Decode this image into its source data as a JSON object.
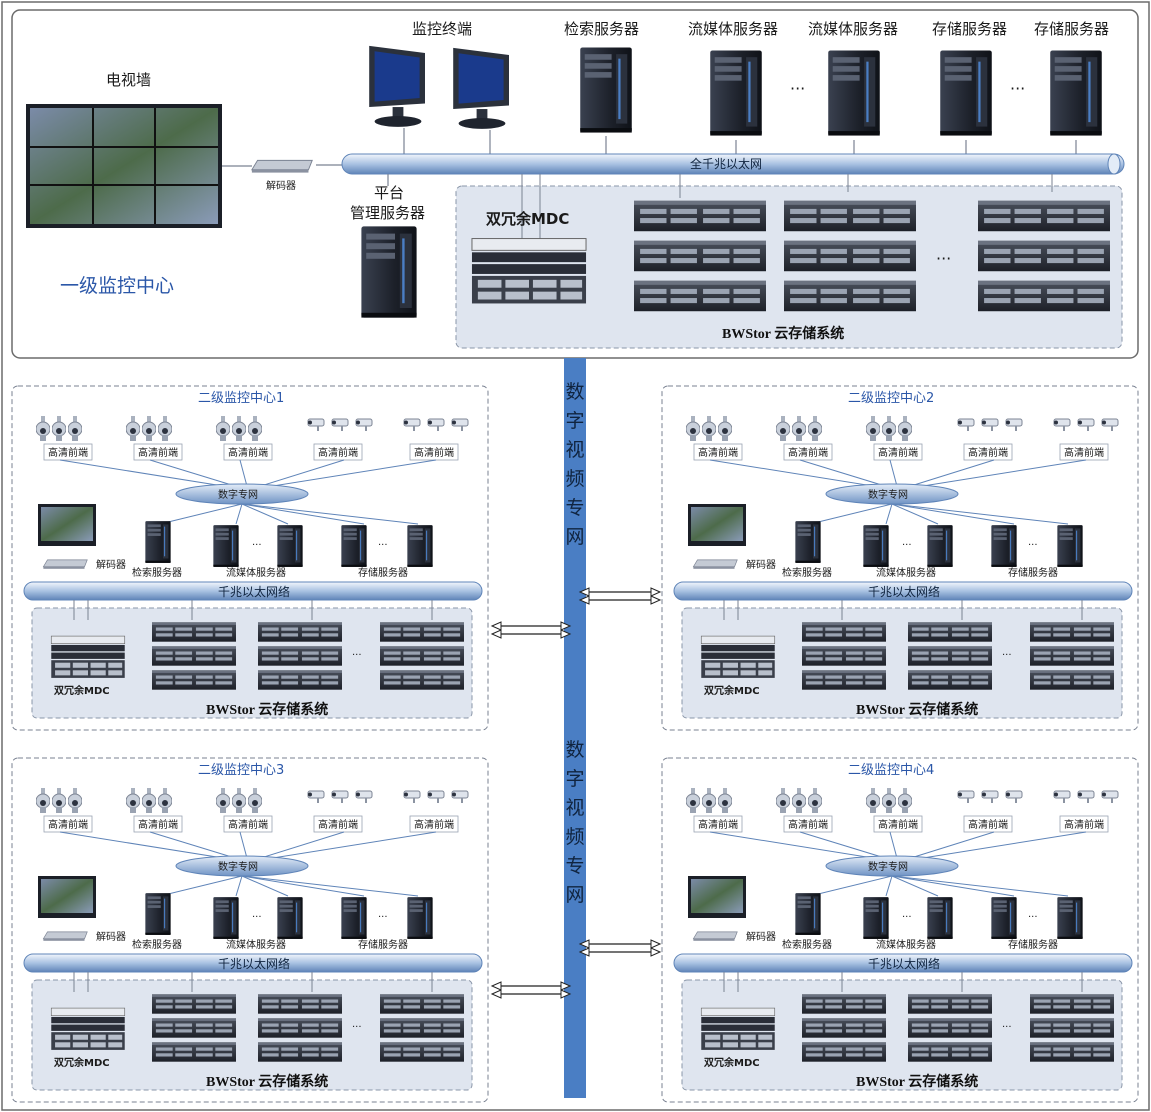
{
  "top": {
    "video_wall_label": "电视墙",
    "decoder_label": "解码器",
    "terminal_label": "监控终端",
    "search_server_label": "检索服务器",
    "streaming_server_label": "流媒体服务器",
    "storage_server_label": "存储服务器",
    "ellipsis": "···",
    "backbone_label": "全千兆以太网",
    "platform_label_line1": "平台",
    "platform_label_line2": "管理服务器",
    "mdc_label": "双冗余MDC",
    "cloud_label": "BWStor 云存储系统",
    "center_name": "一级监控中心"
  },
  "private_network_label": [
    "数",
    "字",
    "视",
    "频",
    "专",
    "网"
  ],
  "sub_common": {
    "frontend_label": "高清前端",
    "digital_net_label": "数字专网",
    "decoder_label": "解码器",
    "search_server_label": "检索服务器",
    "streaming_server_label": "流媒体服务器",
    "storage_server_label": "存储服务器",
    "gigabit_label": "千兆以太网络",
    "mdc_label": "双冗余MDC",
    "cloud_label": "BWStor 云存储系统",
    "ellipsis": "···"
  },
  "sub_centers": [
    {
      "name": "二级监控中心1"
    },
    {
      "name": "二级监控中心2"
    },
    {
      "name": "二级监控中心3"
    },
    {
      "name": "二级监控中心4"
    }
  ],
  "colors": {
    "pipe_light": "#dbe7f5",
    "pipe_dark": "#6f93c4",
    "vertical_net": "#4a7ec4",
    "panel_bg": "#dfe5ef",
    "panel_border": "#8a96a8",
    "server_dark": "#1f2430",
    "storage_dark": "#262b36",
    "sub_title": "#2b57a8",
    "center_title": "#2b57a8"
  }
}
